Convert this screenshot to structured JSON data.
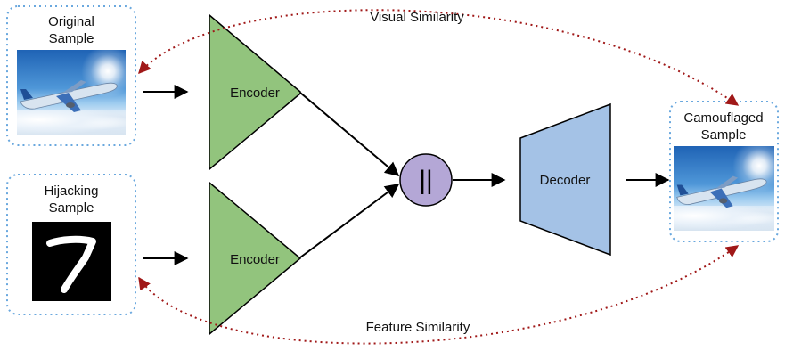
{
  "labels": {
    "original_sample": [
      "Original",
      "Sample"
    ],
    "hijacking_sample": [
      "Hijacking",
      "Sample"
    ],
    "camouflaged_sample": [
      "Camouflaged",
      "Sample"
    ],
    "encoder_top": "Encoder",
    "encoder_bottom": "Encoder",
    "decoder": "Decoder",
    "concat_symbol": "||",
    "visual_similarity": "Visual Similarity",
    "feature_similarity": "Feature Similarity",
    "digit": "7"
  },
  "colors": {
    "encoder_fill": "#92c47d",
    "decoder_fill": "#a4c2e6",
    "concat_fill": "#b4a7d6",
    "dotted_box": "#6aa8de",
    "similarity_arrow": "#a01818",
    "arrow": "#000000"
  },
  "icons": {
    "original_image": "airplane-photo",
    "hijacking_image": "handwritten-digit-7",
    "camouflaged_image": "airplane-photo"
  }
}
